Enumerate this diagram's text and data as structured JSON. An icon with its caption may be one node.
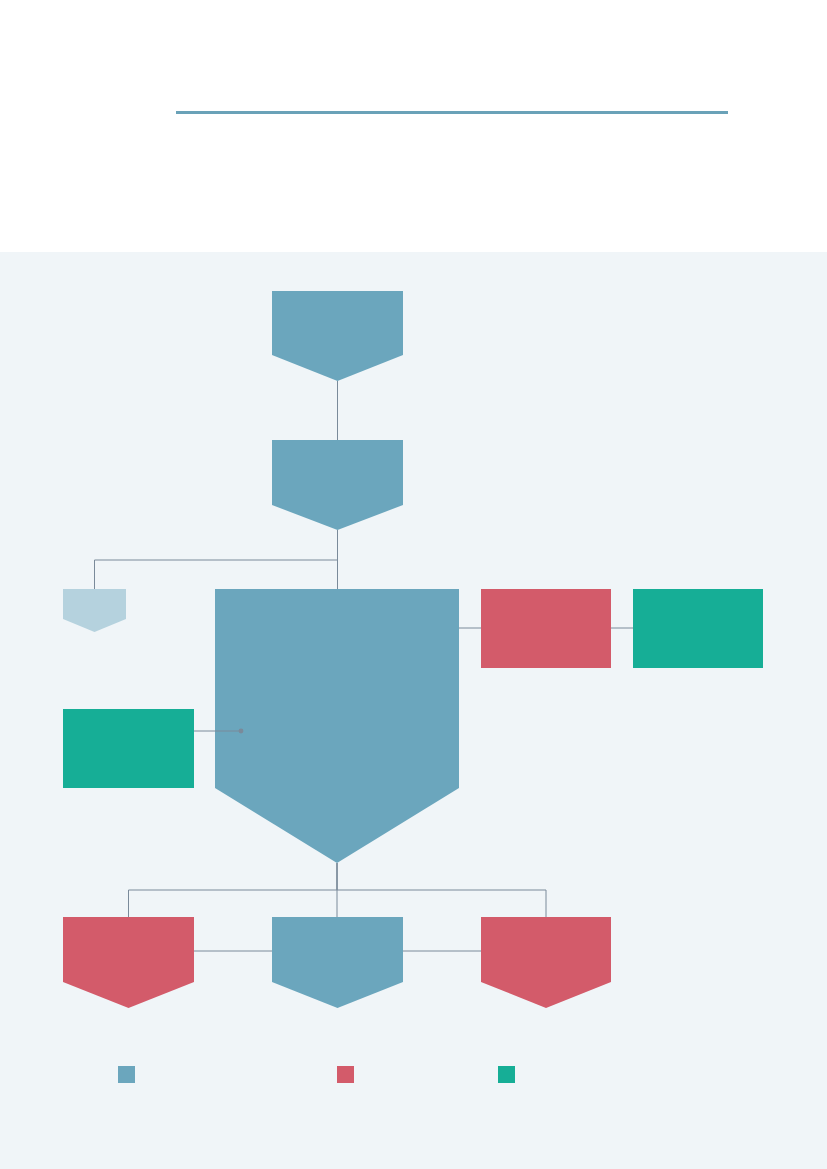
{
  "diagram": {
    "nodes": [
      {
        "text": [],
        "shape": "pentagon"
      },
      {
        "text": [],
        "shape": "pentagon"
      },
      {
        "text": [],
        "shape": "pentagon"
      },
      {
        "text": [],
        "shape": "pentagon"
      },
      {
        "text": [],
        "shape": "box"
      },
      {
        "text": [],
        "shape": "box"
      },
      {
        "text": [],
        "shape": "box"
      },
      {
        "text": [],
        "shape": "pentagon"
      },
      {
        "text": [],
        "shape": "pentagon"
      },
      {
        "text": [],
        "shape": "pentagon"
      }
    ],
    "edges": [
      {
        "from": 0,
        "to": 1,
        "arrow": "none"
      },
      {
        "from": 1,
        "to": 2,
        "arrow": "none"
      },
      {
        "from": 1,
        "to": 3,
        "arrow": "none"
      },
      {
        "from": 3,
        "to": 4,
        "arrow": "none"
      },
      {
        "from": 4,
        "to": 5,
        "arrow": "none"
      },
      {
        "from": 6,
        "to": 3,
        "arrow": "other"
      },
      {
        "from": 3,
        "to": 7,
        "arrow": "none"
      },
      {
        "from": 3,
        "to": 8,
        "arrow": "none"
      },
      {
        "from": 3,
        "to": 9,
        "arrow": "none"
      },
      {
        "from": 7,
        "to": 8,
        "arrow": "none"
      },
      {
        "from": 8,
        "to": 9,
        "arrow": "none"
      }
    ]
  }
}
